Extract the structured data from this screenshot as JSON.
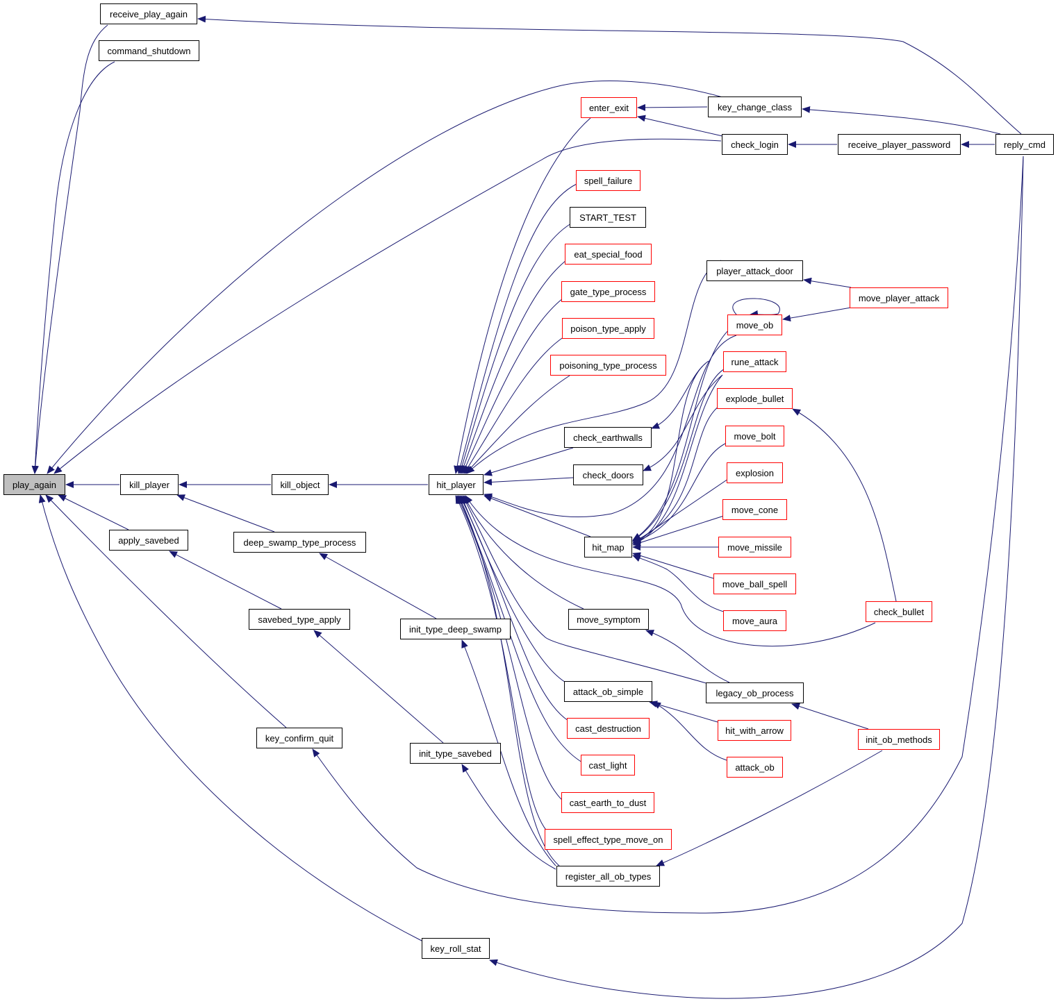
{
  "colors": {
    "edge": "#191970",
    "node_border": "#000000",
    "node_border_external": "#ff0000",
    "focus_fill": "#bfbfbf",
    "background": "#ffffff"
  },
  "nodes": {
    "play_again": "play_again",
    "receive_play_again": "receive_play_again",
    "command_shutdown": "command_shutdown",
    "kill_player": "kill_player",
    "apply_savebed": "apply_savebed",
    "key_confirm_quit": "key_confirm_quit",
    "key_roll_stat": "key_roll_stat",
    "kill_object": "kill_object",
    "deep_swamp_type_process": "deep_swamp_type_process",
    "savebed_type_apply": "savebed_type_apply",
    "init_type_deep_swamp": "init_type_deep_swamp",
    "init_type_savebed": "init_type_savebed",
    "hit_player": "hit_player",
    "enter_exit": "enter_exit",
    "spell_failure": "spell_failure",
    "START_TEST": "START_TEST",
    "eat_special_food": "eat_special_food",
    "gate_type_process": "gate_type_process",
    "poison_type_apply": "poison_type_apply",
    "poisoning_type_process": "poisoning_type_process",
    "check_earthwalls": "check_earthwalls",
    "check_doors": "check_doors",
    "hit_map": "hit_map",
    "move_symptom": "move_symptom",
    "attack_ob_simple": "attack_ob_simple",
    "cast_destruction": "cast_destruction",
    "cast_light": "cast_light",
    "cast_earth_to_dust": "cast_earth_to_dust",
    "spell_effect_type_move_on": "spell_effect_type_move_on",
    "register_all_ob_types": "register_all_ob_types",
    "key_change_class": "key_change_class",
    "check_login": "check_login",
    "player_attack_door": "player_attack_door",
    "move_ob": "move_ob",
    "rune_attack": "rune_attack",
    "explode_bullet": "explode_bullet",
    "move_bolt": "move_bolt",
    "explosion": "explosion",
    "move_cone": "move_cone",
    "move_missile": "move_missile",
    "move_ball_spell": "move_ball_spell",
    "move_aura": "move_aura",
    "legacy_ob_process": "legacy_ob_process",
    "hit_with_arrow": "hit_with_arrow",
    "attack_ob": "attack_ob",
    "receive_player_password": "receive_player_password",
    "move_player_attack": "move_player_attack",
    "check_bullet": "check_bullet",
    "init_ob_methods": "init_ob_methods",
    "reply_cmd": "reply_cmd"
  }
}
